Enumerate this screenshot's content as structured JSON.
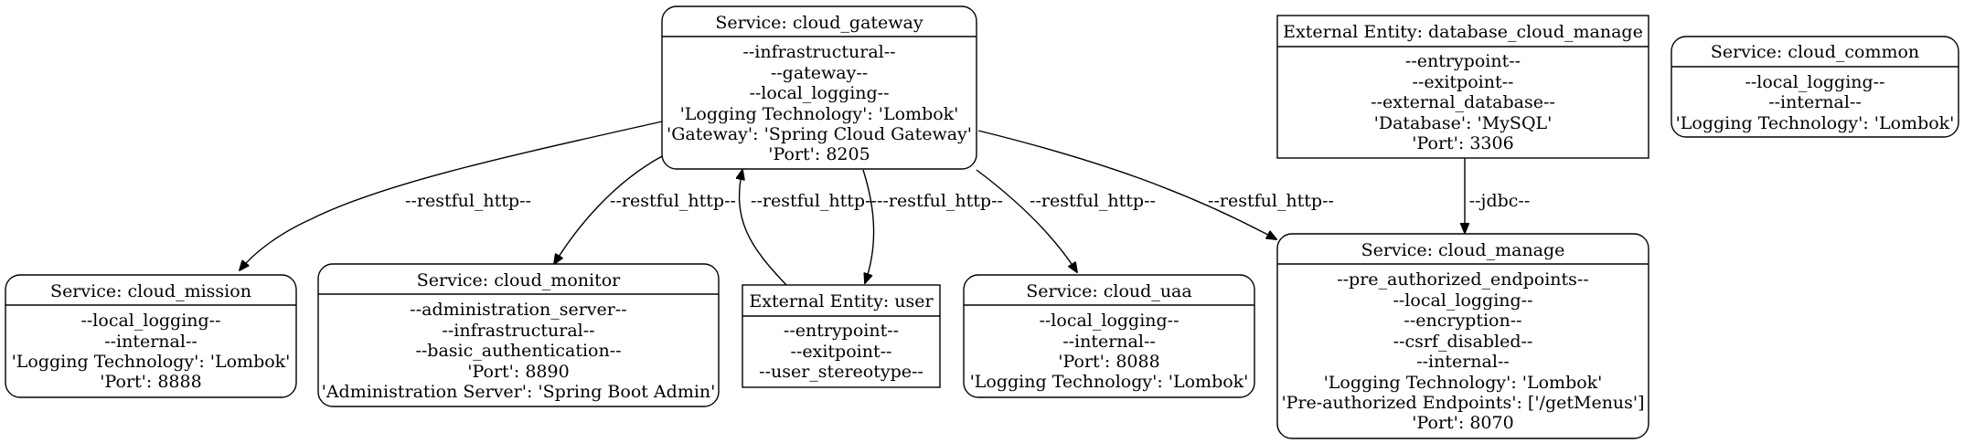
{
  "nodes": {
    "cloud_gateway": {
      "title": "Service: cloud_gateway",
      "lines": [
        "--infrastructural--",
        "--gateway--",
        "--local_logging--",
        "'Logging Technology': 'Lombok'",
        "'Gateway': 'Spring Cloud Gateway'",
        "'Port': 8205"
      ]
    },
    "database_cloud_manage": {
      "title": "External Entity: database_cloud_manage",
      "lines": [
        "--entrypoint--",
        "--exitpoint--",
        "--external_database--",
        "'Database': 'MySQL'",
        "'Port': 3306"
      ]
    },
    "cloud_common": {
      "title": "Service: cloud_common",
      "lines": [
        "--local_logging--",
        "--internal--",
        "'Logging Technology': 'Lombok'"
      ]
    },
    "cloud_mission": {
      "title": "Service: cloud_mission",
      "lines": [
        "--local_logging--",
        "--internal--",
        "'Logging Technology': 'Lombok'",
        "'Port': 8888"
      ]
    },
    "cloud_monitor": {
      "title": "Service: cloud_monitor",
      "lines": [
        "--administration_server--",
        "--infrastructural--",
        "--basic_authentication--",
        "'Port': 8890",
        "'Administration Server': 'Spring Boot Admin'"
      ]
    },
    "user": {
      "title": "External Entity: user",
      "lines": [
        "--entrypoint--",
        "--exitpoint--",
        "--user_stereotype--"
      ]
    },
    "cloud_uaa": {
      "title": "Service: cloud_uaa",
      "lines": [
        "--local_logging--",
        "--internal--",
        "'Port': 8088",
        "'Logging Technology': 'Lombok'"
      ]
    },
    "cloud_manage": {
      "title": "Service: cloud_manage",
      "lines": [
        "--pre_authorized_endpoints--",
        "--local_logging--",
        "--encryption--",
        "--csrf_disabled--",
        "--internal--",
        "'Logging Technology': 'Lombok'",
        "'Pre-authorized Endpoints': ['/getMenus']",
        "'Port': 8070"
      ]
    }
  },
  "edges": {
    "gw_mission": "--restful_http--",
    "gw_monitor": "--restful_http--",
    "user_gw": "--restful_http--",
    "gw_user": "--restful_http--",
    "gw_uaa": "--restful_http--",
    "gw_manage": "--restful_http--",
    "db_manage": "--jdbc--"
  }
}
